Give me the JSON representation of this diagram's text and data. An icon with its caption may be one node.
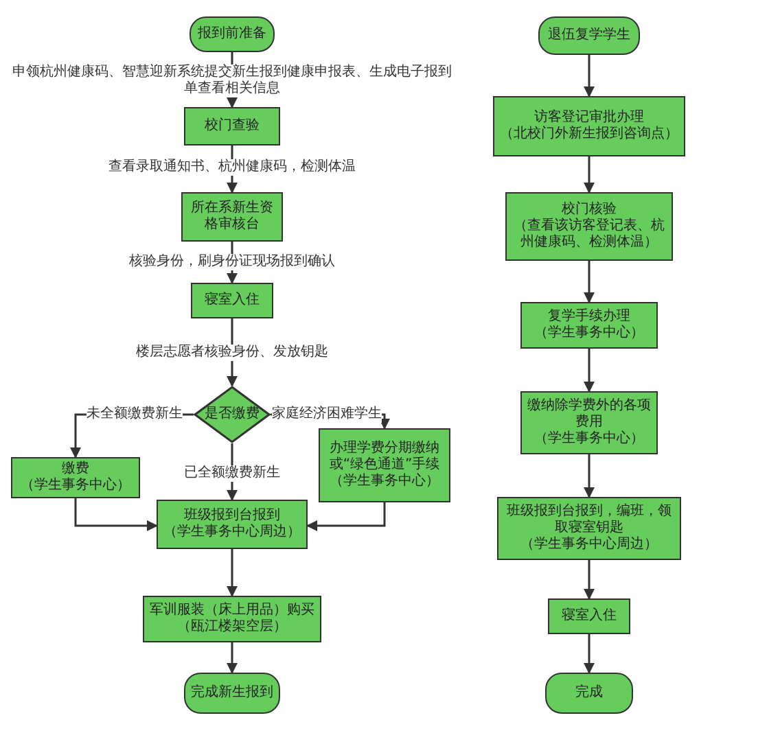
{
  "diagram": {
    "nodes": [
      {
        "text": [
          "报到前准备"
        ]
      },
      {
        "text": [
          "校门查验"
        ]
      },
      {
        "text": [
          "所在系新生资格审核台"
        ]
      },
      {
        "text": [
          "寝室入住"
        ]
      },
      {
        "text": [
          "是否缴费"
        ]
      },
      {
        "text": [
          "缴费",
          "（学生事务中心）"
        ]
      },
      {
        "text": [
          "办理学费分期缴纳或“绿色通道”手续",
          "（学生事务中心）"
        ]
      },
      {
        "text": [
          "班级报到台报到",
          "（学生事务中心周边）"
        ]
      },
      {
        "text": [
          "军训服装（床上用品）购买",
          "（瓯江楼架空层）"
        ]
      },
      {
        "text": [
          "完成新生报到"
        ]
      },
      {
        "text": [
          "退伍复学学生"
        ]
      },
      {
        "text": [
          "访客登记审批办理",
          "（北校门外新生报到咨询点）"
        ]
      },
      {
        "text": [
          "校门核验",
          "（查看该访客登记表、杭州健康码、检测体温）"
        ]
      },
      {
        "text": [
          "复学手续办理",
          "（学生事务中心）"
        ]
      },
      {
        "text": [
          "缴纳除学费外的各项费用",
          "（学生事务中心）"
        ]
      },
      {
        "text": [
          "班级报到台报到，编班，领取寝室钥匙",
          "（学生事务中心周边）"
        ]
      },
      {
        "text": [
          "寝室入住"
        ]
      },
      {
        "text": [
          "完成"
        ]
      }
    ],
    "edges": [
      {
        "from": 0,
        "to": 1,
        "arrow": "to",
        "label": "申领杭州健康码、智慧迎新系统提交新生报到健康申报表、生成电子报到单查看相关信息"
      },
      {
        "from": 1,
        "to": 2,
        "arrow": "to",
        "label": "查看录取通知书、杭州健康码，检测体温"
      },
      {
        "from": 2,
        "to": 3,
        "arrow": "to",
        "label": "核验身份，刷身份证现场报到确认"
      },
      {
        "from": 3,
        "to": 4,
        "arrow": "to",
        "label": "楼层志愿者核验身份、发放钥匙"
      },
      {
        "from": 4,
        "to": 5,
        "arrow": "to",
        "label": "未全额缴费新生"
      },
      {
        "from": 4,
        "to": 6,
        "arrow": "to",
        "label": "家庭经济困难学生"
      },
      {
        "from": 4,
        "to": 7,
        "arrow": "to",
        "label": "已全额缴费新生"
      },
      {
        "from": 5,
        "to": 7,
        "arrow": "to"
      },
      {
        "from": 6,
        "to": 7,
        "arrow": "to"
      },
      {
        "from": 7,
        "to": 8,
        "arrow": "to"
      },
      {
        "from": 8,
        "to": 9,
        "arrow": "to"
      },
      {
        "from": 10,
        "to": 11,
        "arrow": "to"
      },
      {
        "from": 11,
        "to": 12,
        "arrow": "to"
      },
      {
        "from": 12,
        "to": 13,
        "arrow": "to"
      },
      {
        "from": 13,
        "to": 14,
        "arrow": "to"
      },
      {
        "from": 14,
        "to": 15,
        "arrow": "to"
      },
      {
        "from": 15,
        "to": 16,
        "arrow": "to"
      },
      {
        "from": 16,
        "to": 17,
        "arrow": "to"
      }
    ]
  }
}
